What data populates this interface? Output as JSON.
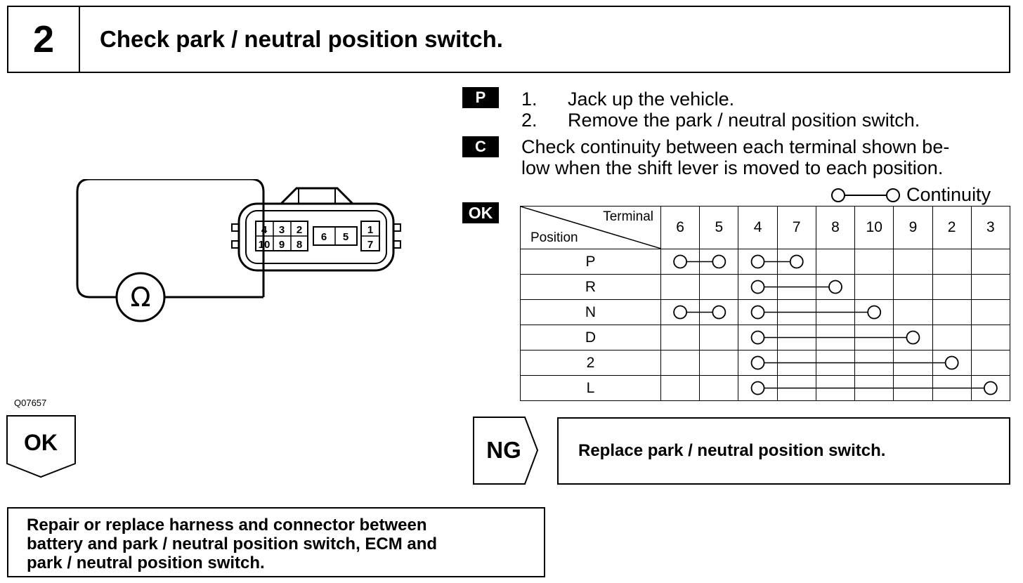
{
  "header": {
    "step_number": "2",
    "title": "Check park / neutral position switch."
  },
  "figure_id": "Q07657",
  "connector": {
    "terminals_top": [
      "4",
      "3",
      "2"
    ],
    "terminals_bottom": [
      "10",
      "9",
      "8"
    ],
    "terminals_middle": [
      "6",
      "5"
    ],
    "terminals_right": [
      "1",
      "7"
    ],
    "meter_symbol": "Ω"
  },
  "procedure": {
    "prep_badge": "P",
    "steps": [
      {
        "num": "1.",
        "text": "Jack up the vehicle."
      },
      {
        "num": "2.",
        "text": "Remove the park / neutral position switch."
      }
    ],
    "check_badge": "C",
    "check_lines": [
      "Check continuity between each terminal shown be-",
      "low when the shift lever is moved to each position."
    ],
    "legend_label": "Continuity",
    "ok_badge": "OK"
  },
  "continuity_table": {
    "corner_top": "Terminal",
    "corner_bottom": "Position",
    "terminals": [
      "6",
      "5",
      "4",
      "7",
      "8",
      "10",
      "9",
      "2",
      "3"
    ],
    "rows": [
      {
        "position": "P",
        "links": [
          [
            "6",
            "5"
          ],
          [
            "4",
            "7"
          ]
        ]
      },
      {
        "position": "R",
        "links": [
          [
            "4",
            "8"
          ]
        ]
      },
      {
        "position": "N",
        "links": [
          [
            "6",
            "5"
          ],
          [
            "4",
            "10"
          ]
        ]
      },
      {
        "position": "D",
        "links": [
          [
            "4",
            "9"
          ]
        ]
      },
      {
        "position": "2",
        "links": [
          [
            "4",
            "2"
          ]
        ]
      },
      {
        "position": "L",
        "links": [
          [
            "4",
            "3"
          ]
        ]
      }
    ]
  },
  "results": {
    "ok_label": "OK",
    "ng_label": "NG",
    "ng_action": "Replace park / neutral position switch.",
    "ok_action_lines": [
      "Repair or replace harness and connector  between",
      "battery and park / neutral position switch, ECM and",
      "park / neutral position switch."
    ]
  }
}
